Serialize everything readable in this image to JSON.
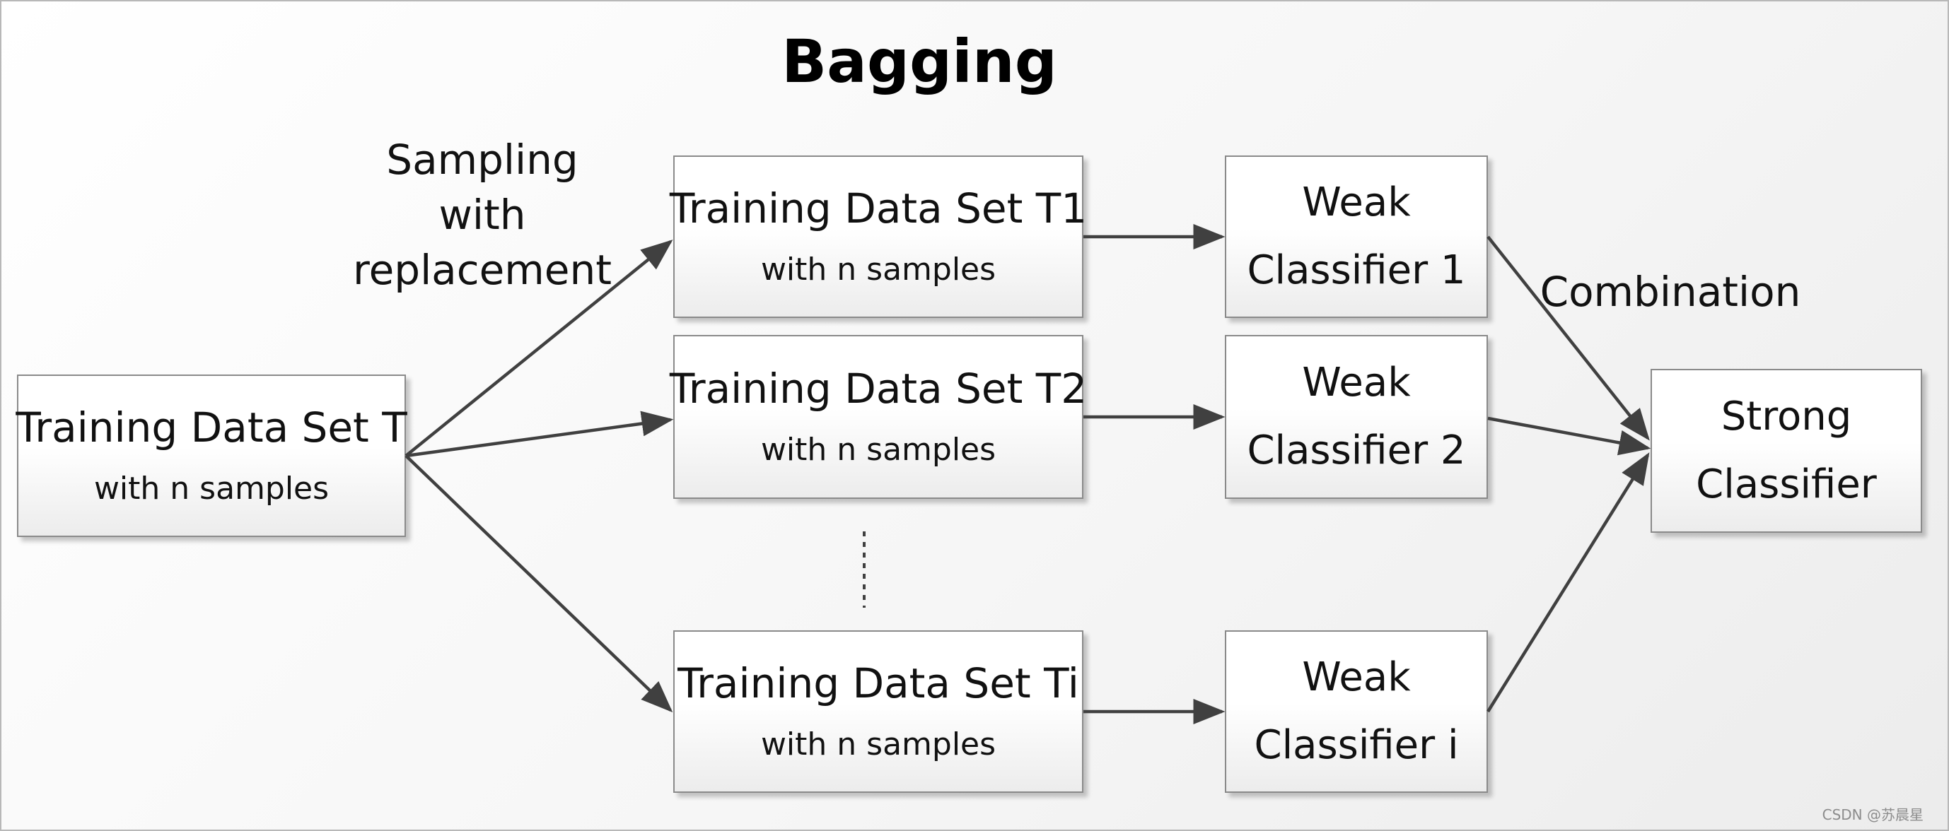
{
  "title": "Bagging",
  "labels": {
    "sampling": "Sampling\nwith\nreplacement",
    "combination": "Combination"
  },
  "source": {
    "name": "Training Data Set T",
    "detail": "with n samples"
  },
  "subsets": [
    {
      "name": "Training Data Set T1",
      "detail": "with n samples"
    },
    {
      "name": "Training Data Set T2",
      "detail": "with n samples"
    },
    {
      "name": "Training Data Set Ti",
      "detail": "with n samples"
    }
  ],
  "weak_classifiers": [
    {
      "line1": "Weak",
      "line2": "Classifier 1"
    },
    {
      "line1": "Weak",
      "line2": "Classifier 2"
    },
    {
      "line1": "Weak",
      "line2": "Classifier i"
    }
  ],
  "strong_classifier": {
    "line1": "Strong",
    "line2": "Classifier"
  },
  "watermark": "CSDN @苏晨星",
  "colors": {
    "arrow": "#404040",
    "box_border": "#8a8a8a"
  }
}
